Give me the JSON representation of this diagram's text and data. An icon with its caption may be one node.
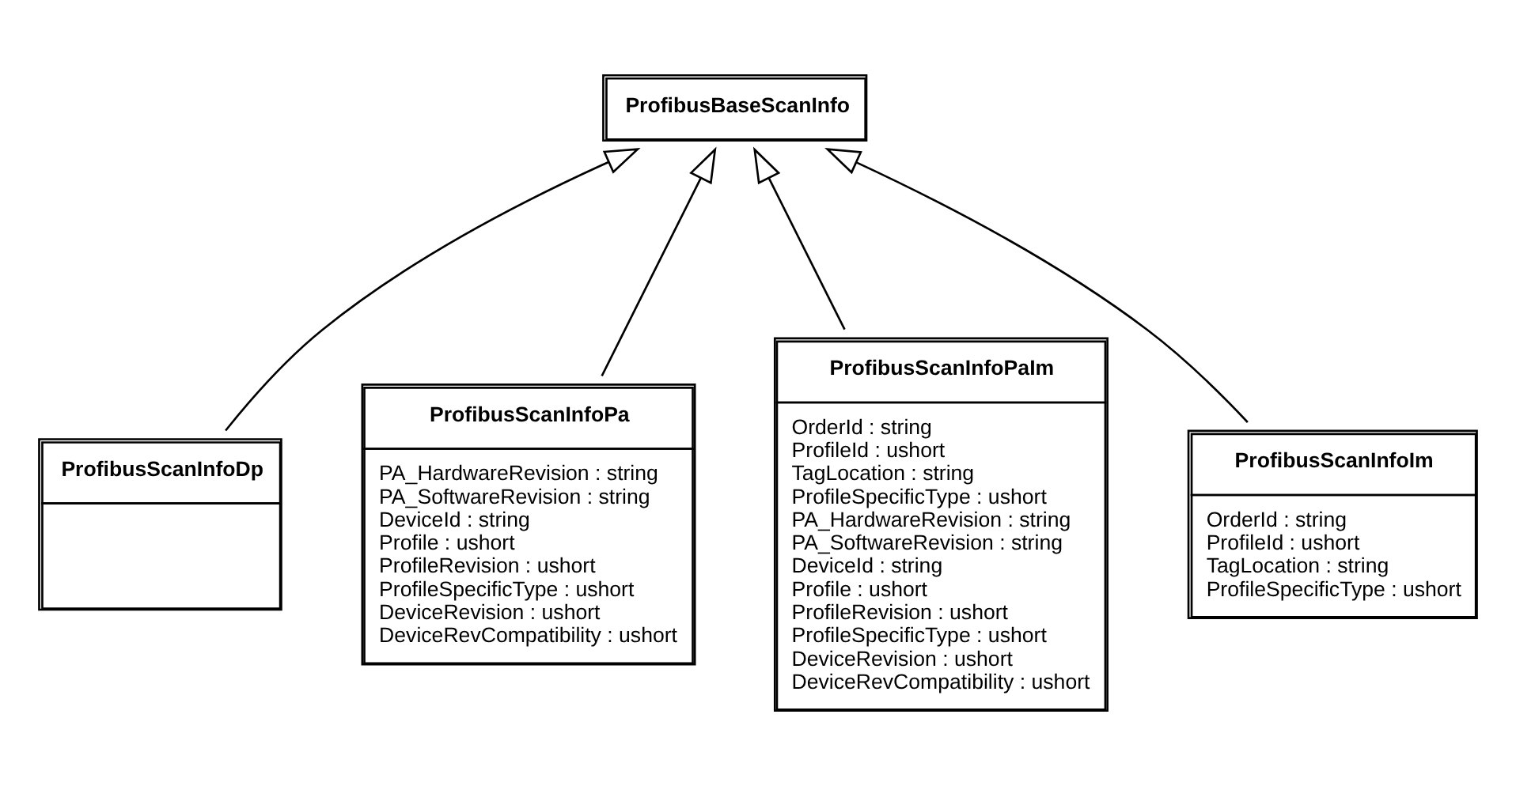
{
  "diagram": {
    "nodes": [
      {
        "text": [
          "ProfibusBaseScanInfo"
        ]
      },
      {
        "text": [
          "ProfibusScanInfoDp"
        ]
      },
      {
        "text": [
          "ProfibusScanInfoPa",
          "PA_HardwareRevision : string",
          "PA_SoftwareRevision : string",
          "DeviceId : string",
          "Profile : ushort",
          "ProfileRevision : ushort",
          "ProfileSpecificType : ushort",
          "DeviceRevision : ushort",
          "DeviceRevCompatibility : ushort"
        ]
      },
      {
        "text": [
          "ProfibusScanInfoPaIm",
          "OrderId : string",
          "ProfileId : ushort",
          "TagLocation : string",
          "ProfileSpecificType : ushort",
          "PA_HardwareRevision : string",
          "PA_SoftwareRevision : string",
          "DeviceId : string",
          "Profile : ushort",
          "ProfileRevision : ushort",
          "ProfileSpecificType : ushort",
          "DeviceRevision : ushort",
          "DeviceRevCompatibility : ushort"
        ]
      },
      {
        "text": [
          "ProfibusScanInfoIm",
          "OrderId : string",
          "ProfileId : ushort",
          "TagLocation : string",
          "ProfileSpecificType : ushort"
        ]
      }
    ],
    "edges": [
      {
        "from": 1,
        "to": 0,
        "arrow": "to"
      },
      {
        "from": 2,
        "to": 0,
        "arrow": "to"
      },
      {
        "from": 3,
        "to": 0,
        "arrow": "to"
      },
      {
        "from": 4,
        "to": 0,
        "arrow": "to"
      }
    ]
  }
}
